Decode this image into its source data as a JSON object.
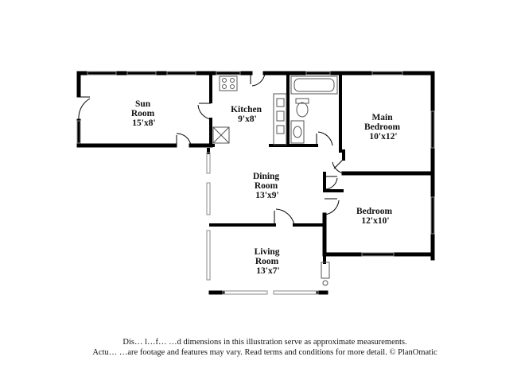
{
  "plan": {
    "rooms": [
      {
        "id": "sun-room",
        "lines": [
          "Sun",
          "Room",
          "15'x8'"
        ]
      },
      {
        "id": "kitchen",
        "lines": [
          "Kitchen",
          "9'x8'"
        ]
      },
      {
        "id": "main-bedroom",
        "lines": [
          "Main",
          "Bedroom",
          "10'x12'"
        ]
      },
      {
        "id": "dining-room",
        "lines": [
          "Dining",
          "Room",
          "13'x9'"
        ]
      },
      {
        "id": "bedroom",
        "lines": [
          "Bedroom",
          "12'x10'"
        ]
      },
      {
        "id": "living-room",
        "lines": [
          "Living",
          "Room",
          "13'x7'"
        ]
      }
    ],
    "colors": {
      "wall": "#000000",
      "window": "#9a9a9a",
      "fixture": "#555555"
    }
  },
  "disclaimer": {
    "line1": "Dis… l…f… …d dimensions in this illustration serve as approximate measurements.",
    "line2": "Actu… …are footage and features may vary. Read terms and conditions for more detail. © PlanOmatic"
  }
}
